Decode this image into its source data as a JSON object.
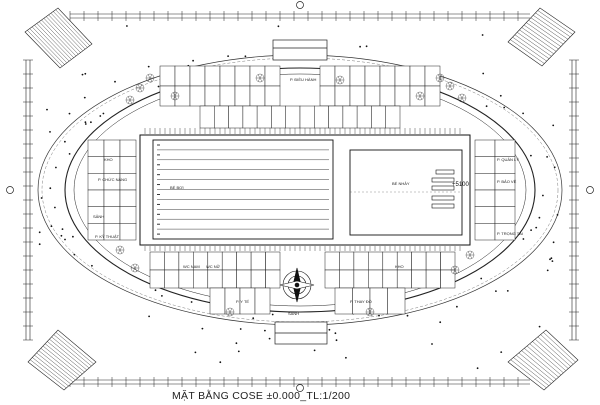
{
  "drawing": {
    "title": "MẶT BẰNG COSE ±0.000_TL:1/200",
    "elevation_label": "+5100",
    "room_labels": [
      {
        "id": "r1",
        "text": "KHO"
      },
      {
        "id": "r2",
        "text": "P. CHỨC NĂNG"
      },
      {
        "id": "r3",
        "text": "SẢNH"
      },
      {
        "id": "r4",
        "text": "P. KỸ THUẬT"
      },
      {
        "id": "r5",
        "text": "WC NAM"
      },
      {
        "id": "r6",
        "text": "WC NỮ"
      },
      {
        "id": "r7",
        "text": "P. Y TẾ"
      },
      {
        "id": "r8",
        "text": "P. THAY ĐỒ"
      },
      {
        "id": "r9",
        "text": "KHO"
      },
      {
        "id": "r10",
        "text": "P. ĐIỀU HÀNH"
      },
      {
        "id": "r11",
        "text": "SẢNH"
      },
      {
        "id": "r12",
        "text": "P. QUẢN LÝ"
      },
      {
        "id": "r13",
        "text": "P. BẢO VỆ"
      },
      {
        "id": "r14",
        "text": "P. TRỌNG TÀI"
      },
      {
        "id": "r15",
        "text": "BỂ BƠI"
      },
      {
        "id": "r16",
        "text": "BỂ NHẢY"
      }
    ]
  }
}
